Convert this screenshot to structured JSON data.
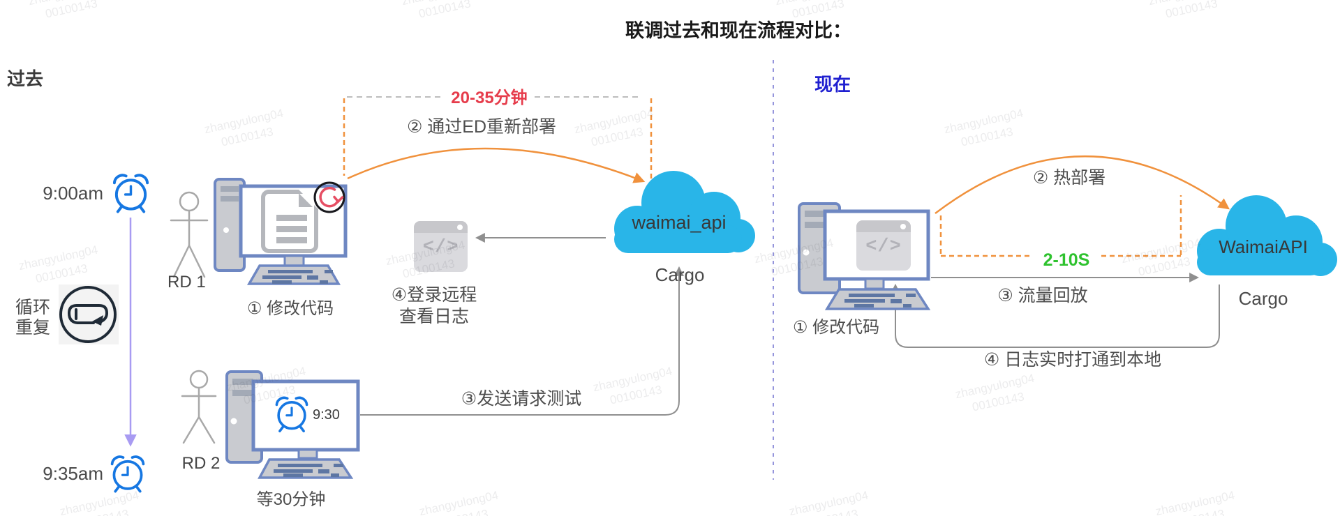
{
  "title": "联调过去和现在流程对比：",
  "watermark": {
    "line1": "zhangyulong04",
    "line2": "00100143"
  },
  "icons": {
    "terminal_glyph": "</>"
  },
  "colors": {
    "orange": "#f0913c",
    "red": "#e63c4b",
    "green": "#2ec22e",
    "blue": "#1f1fd0",
    "cloud": "#29b5e8",
    "purple": "#a89bf2",
    "clock_blue": "#1677e2",
    "computer_border": "#6e87c2",
    "gray_line": "#8f8f8f",
    "text": "#4d4d4d"
  },
  "past": {
    "section_label": "过去",
    "time_start": "9:00am",
    "time_end": "9:35am",
    "loop_line1": "循环",
    "loop_line2": "重复",
    "rd1_label": "RD 1",
    "step1": "① 修改代码",
    "duration": "20-35分钟",
    "step2": "② 通过ED重新部署",
    "step4_line1": "④登录远程",
    "step4_line2": "查看日志",
    "cloud_name": "waimai_api",
    "cloud_platform": "Cargo",
    "rd2_label": "RD 2",
    "screen_time": "9:30",
    "wait_label": "等30分钟",
    "step3": "③发送请求测试"
  },
  "present": {
    "section_label": "现在",
    "step1": "① 修改代码",
    "step2": "② 热部署",
    "duration": "2-10S",
    "step3": "③ 流量回放",
    "step4": "④ 日志实时打通到本地",
    "cloud_name": "WaimaiAPI",
    "cloud_platform": "Cargo"
  }
}
